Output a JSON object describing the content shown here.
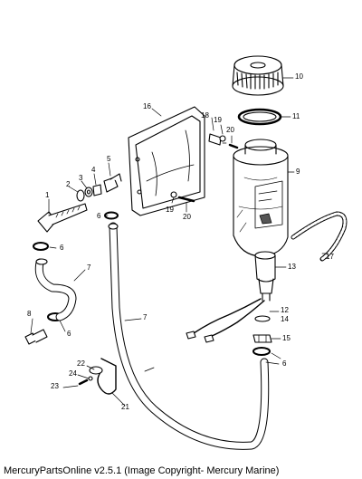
{
  "diagram": {
    "callouts": {
      "c1": "1",
      "c2": "2",
      "c3": "3",
      "c4": "4",
      "c5": "5",
      "c6a": "6",
      "c6b": "6",
      "c6c": "6",
      "c6d": "6",
      "c7a": "7",
      "c7b": "7",
      "c8": "8",
      "c9": "9",
      "c10": "10",
      "c11": "11",
      "c12": "12",
      "c13": "13",
      "c14": "14",
      "c15": "15",
      "c16": "16",
      "c17": "17",
      "c18": "18",
      "c19a": "19",
      "c19b": "19",
      "c20a": "20",
      "c20b": "20",
      "c21": "21",
      "c22": "22",
      "c23": "23",
      "c24": "24"
    }
  },
  "footer": {
    "caption": "MercuryPartsOnline v2.5.1 (Image Copyright- Mercury Marine)"
  }
}
